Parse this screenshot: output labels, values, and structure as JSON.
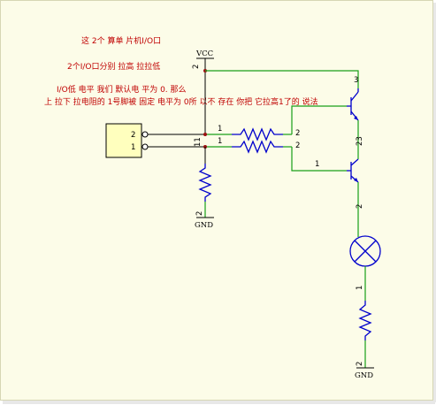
{
  "colors": {
    "background": "#ffffff",
    "canvas": "#fcfce8",
    "note_text": "#c00000",
    "wire_black": "#000000",
    "wire_green": "#18a018",
    "component_blue": "#0000cc",
    "mcu_fill": "#ffffbe",
    "dot_red": "#9a1010"
  },
  "notes": {
    "line1": "这 2个 算单 片机I/O口",
    "line2": "2个I/O口分别 拉高 拉拉低",
    "line3": "I/O低 电平 我们 默认电 平为 0.  那么",
    "line4": "上 拉下 拉电阻的 1号脚被 固定 电平为 0所 以不 存在 你把 它拉高1了的 说法"
  },
  "labels": {
    "vcc": "VCC",
    "gnd_left": "GND",
    "gnd_right": "GND"
  },
  "pins": {
    "mcu_top": "2",
    "mcu_bottom": "1",
    "vcc_pin": "2",
    "junction_11": "11",
    "r1_left_pin1": "1",
    "r1_right_pin2": "2",
    "r2_left_pin1": "1",
    "r2_right_pin2": "2",
    "left_gnd_pin": "2",
    "q1_top": "3",
    "q_shared": "23",
    "q2_base": "1",
    "lamp_top": "2",
    "lamp_bottom": "1",
    "right_gnd_pin": "2"
  },
  "icons": {
    "mcu": "ic-block-icon",
    "resistor": "resistor-icon",
    "transistor": "npn-transistor-icon",
    "lamp": "lamp-icon",
    "ground": "ground-icon"
  }
}
